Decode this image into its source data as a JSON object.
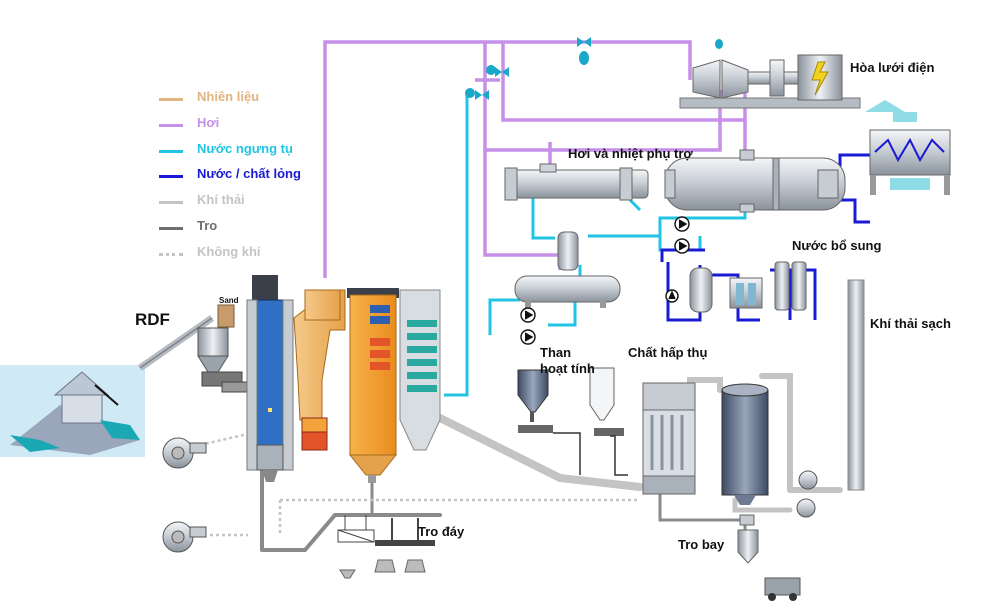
{
  "legend": [
    {
      "label": "Nhiên liệu",
      "color": "#e2b47f",
      "style": "solid"
    },
    {
      "label": "Hơi",
      "color": "#c68fe8",
      "style": "solid"
    },
    {
      "label": "Nước ngưng tụ",
      "color": "#22c4e4",
      "style": "solid"
    },
    {
      "label": "Nước / chất lỏng",
      "color": "#1a1ad4",
      "style": "solid"
    },
    {
      "label": "Khí thải",
      "color": "#c4c4c4",
      "style": "solid"
    },
    {
      "label": "Tro",
      "color": "#6e6e6e",
      "style": "solid"
    },
    {
      "label": "Không khí",
      "color": "#c4c4c4",
      "style": "dotted"
    }
  ],
  "labels": {
    "rdf": "RDF",
    "sand": "Sand",
    "grid": "Hòa lưới điện",
    "aux_steam": "Hơi và nhiệt phụ trợ",
    "makeup_water": "Nước bổ sung",
    "clean_gas": "Khí thải sạch",
    "carbon_line1": "Than",
    "carbon_line2": "hoạt tính",
    "absorbent": "Chất hấp thụ",
    "bottom_ash": "Tro đáy",
    "fly_ash": "Tro bay"
  },
  "colors": {
    "fuel": "#e2b47f",
    "steam": "#c68fe8",
    "condensate": "#22c4e4",
    "water": "#1a1ad4",
    "flue_gas": "#c4c4c4",
    "ash": "#6e6e6e",
    "boiler_blue": "#2f6fc4",
    "cyclone_orange": "#f0a93c",
    "economizer_teal": "#2aa9a0"
  }
}
